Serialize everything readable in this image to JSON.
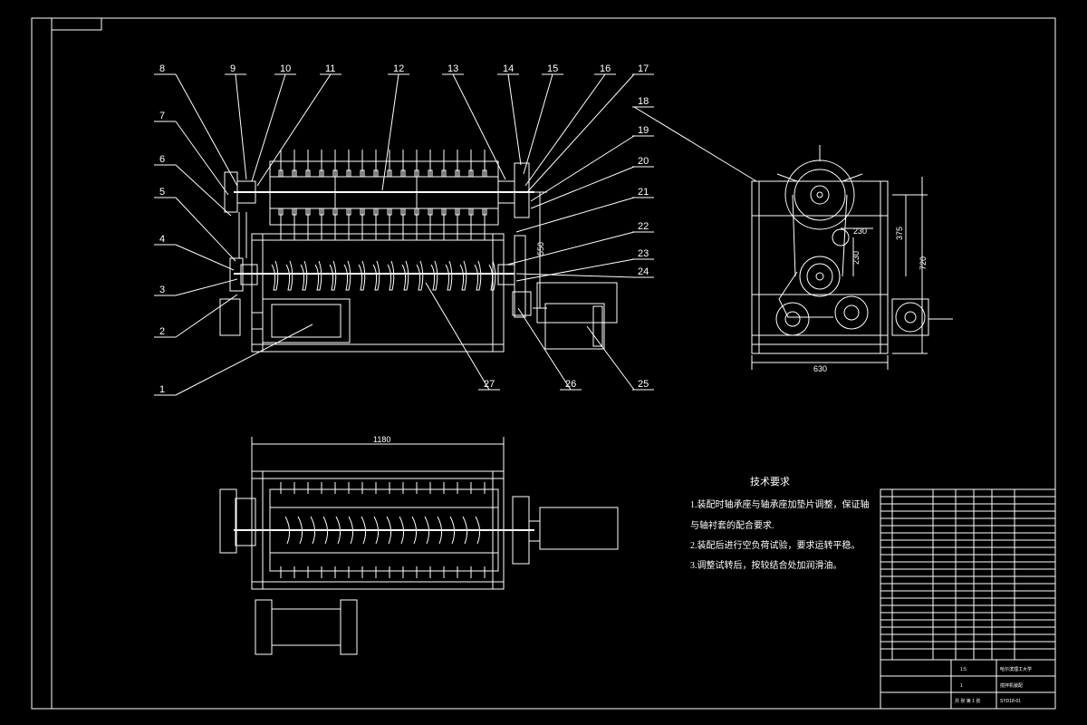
{
  "drawing": {
    "labels": [
      "1",
      "2",
      "3",
      "4",
      "5",
      "6",
      "7",
      "8",
      "9",
      "10",
      "11",
      "12",
      "13",
      "14",
      "15",
      "16",
      "17",
      "18",
      "19",
      "20",
      "21",
      "22",
      "23",
      "24",
      "25",
      "26",
      "27"
    ],
    "dimensions": {
      "height_550": "550",
      "width_1180": "1180",
      "width_630": "630",
      "height_720": "720",
      "height_375": "375",
      "dim_230_a": "230",
      "dim_230_b": "230"
    },
    "requirements": {
      "title": "技术要求",
      "item1_line1": "1.装配时轴承座与轴承座加垫片调整，保证轴",
      "item1_line2": "与轴衬套的配合要求.",
      "item2": "2.装配后进行空负荷试验，要求运转平稳。",
      "item3": "3.调整试转后，按较结合处加润滑油。"
    },
    "title_block": {
      "institution": "哈尔滨理工大学",
      "product_name": "搅拌机装配",
      "drawing_no": "SYD18-01",
      "scale": "1:5",
      "qty": "1",
      "sheet": "共 张 第 1 张"
    }
  }
}
